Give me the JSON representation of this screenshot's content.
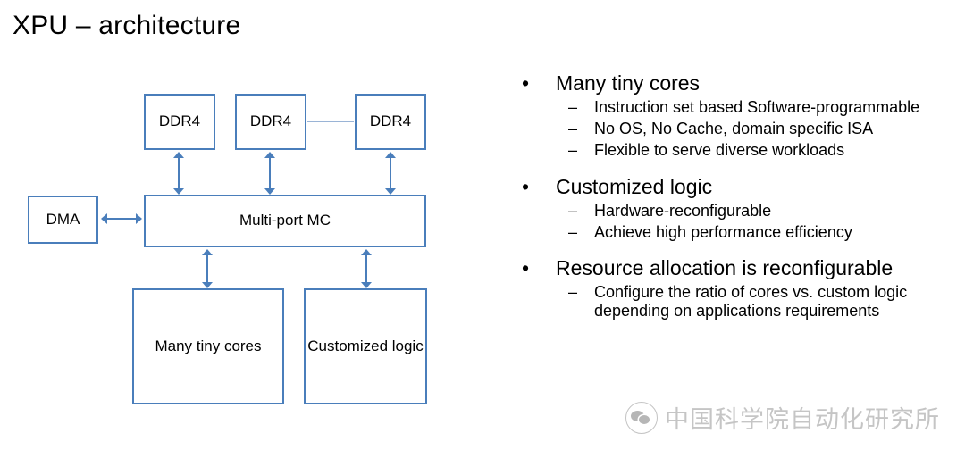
{
  "slide": {
    "title": "XPU – architecture"
  },
  "diagram": {
    "nodes": [
      {
        "id": "ddr4-1",
        "label": "DDR4"
      },
      {
        "id": "ddr4-2",
        "label": "DDR4"
      },
      {
        "id": "ddr4-3",
        "label": "DDR4"
      },
      {
        "id": "dma",
        "label": "DMA"
      },
      {
        "id": "mc",
        "label": "Multi-port MC"
      },
      {
        "id": "cores",
        "label": "Many tiny cores"
      },
      {
        "id": "logic",
        "label": "Customized logic"
      }
    ],
    "node_labels": {
      "ddr4_1": "DDR4",
      "ddr4_2": "DDR4",
      "ddr4_3": "DDR4",
      "dma": "DMA",
      "mc": "Multi-port MC",
      "cores": "Many tiny cores",
      "logic": "Customized logic"
    },
    "colors": {
      "box_border": "#4a7ebb",
      "box_fill": "#ffffff",
      "arrow": "#4a7ebb",
      "thin_link": "#9ab4d6"
    },
    "edges": [
      {
        "from": "ddr4-1",
        "to": "mc",
        "style": "double-arrow-vertical"
      },
      {
        "from": "ddr4-2",
        "to": "mc",
        "style": "double-arrow-vertical"
      },
      {
        "from": "ddr4-3",
        "to": "mc",
        "style": "double-arrow-vertical"
      },
      {
        "from": "dma",
        "to": "mc",
        "style": "double-arrow-horizontal"
      },
      {
        "from": "mc",
        "to": "cores",
        "style": "double-arrow-vertical"
      },
      {
        "from": "mc",
        "to": "logic",
        "style": "double-arrow-vertical"
      },
      {
        "from": "ddr4-2",
        "to": "ddr4-3",
        "style": "thin-line"
      }
    ]
  },
  "bullets": {
    "marker_level1": "•",
    "marker_level2": "–",
    "groups": [
      {
        "heading": "Many tiny cores",
        "items": [
          "Instruction set based Software-programmable",
          "No OS, No Cache, domain specific ISA",
          "Flexible to serve diverse workloads"
        ]
      },
      {
        "heading": "Customized logic",
        "items": [
          "Hardware-reconfigurable",
          "Achieve high performance efficiency"
        ]
      },
      {
        "heading": "Resource allocation is reconfigurable",
        "items": [
          "Configure the ratio of cores vs. custom logic depending on applications requirements"
        ]
      }
    ]
  },
  "watermark": {
    "text": "中国科学院自动化研究所",
    "color": "#8d8d8d"
  }
}
